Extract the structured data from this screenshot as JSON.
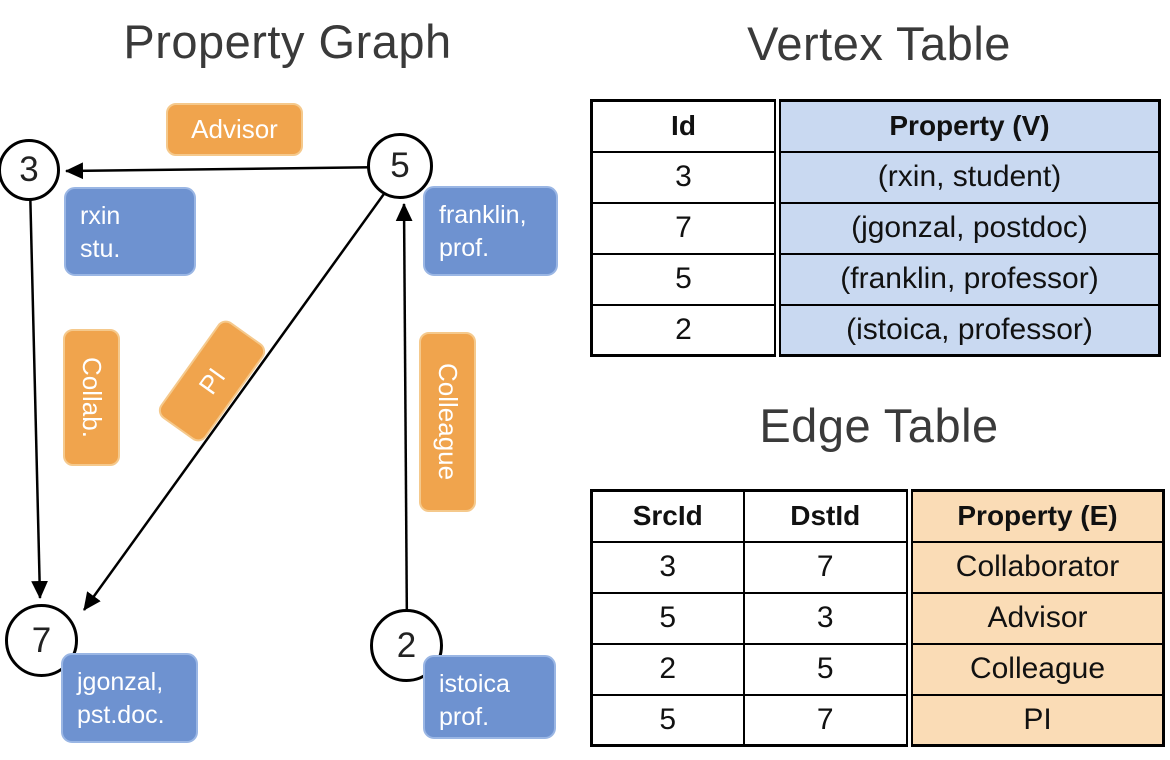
{
  "graph": {
    "title": "Property Graph",
    "nodes": {
      "n3": "3",
      "n5": "5",
      "n7": "7",
      "n2": "2"
    },
    "vertex_boxes": {
      "v3": {
        "line1": "rxin",
        "line2": "stu."
      },
      "v5": {
        "line1": "franklin,",
        "line2": "prof."
      },
      "v7": {
        "line1": "jgonzal,",
        "line2": "pst.doc."
      },
      "v2": {
        "line1": "istoica",
        "line2": "prof."
      }
    },
    "edge_labels": {
      "advisor": "Advisor",
      "collab": "Collab.",
      "pi": "PI",
      "colleague": "Colleague"
    }
  },
  "vertex_table": {
    "title": "Vertex Table",
    "headers": {
      "id": "Id",
      "property": "Property (V)"
    },
    "rows": [
      {
        "id": "3",
        "property": "(rxin, student)"
      },
      {
        "id": "7",
        "property": "(jgonzal, postdoc)"
      },
      {
        "id": "5",
        "property": "(franklin, professor)"
      },
      {
        "id": "2",
        "property": "(istoica, professor)"
      }
    ]
  },
  "edge_table": {
    "title": "Edge Table",
    "headers": {
      "src": "SrcId",
      "dst": "DstId",
      "property": "Property (E)"
    },
    "rows": [
      {
        "src": "3",
        "dst": "7",
        "property": "Collaborator"
      },
      {
        "src": "5",
        "dst": "3",
        "property": "Advisor"
      },
      {
        "src": "2",
        "dst": "5",
        "property": "Colleague"
      },
      {
        "src": "5",
        "dst": "7",
        "property": "PI"
      }
    ]
  },
  "colors": {
    "vertex_box_fill": "#6e92d0",
    "vertex_box_border": "#9ab6e4",
    "edge_box_fill": "#f0a44d",
    "edge_box_border": "#f5c98c",
    "vertex_cell_bg": "#c9d9f1",
    "edge_cell_bg": "#fadcb6",
    "arrow_color": "#000000",
    "title_color": "#3a3a3a"
  }
}
